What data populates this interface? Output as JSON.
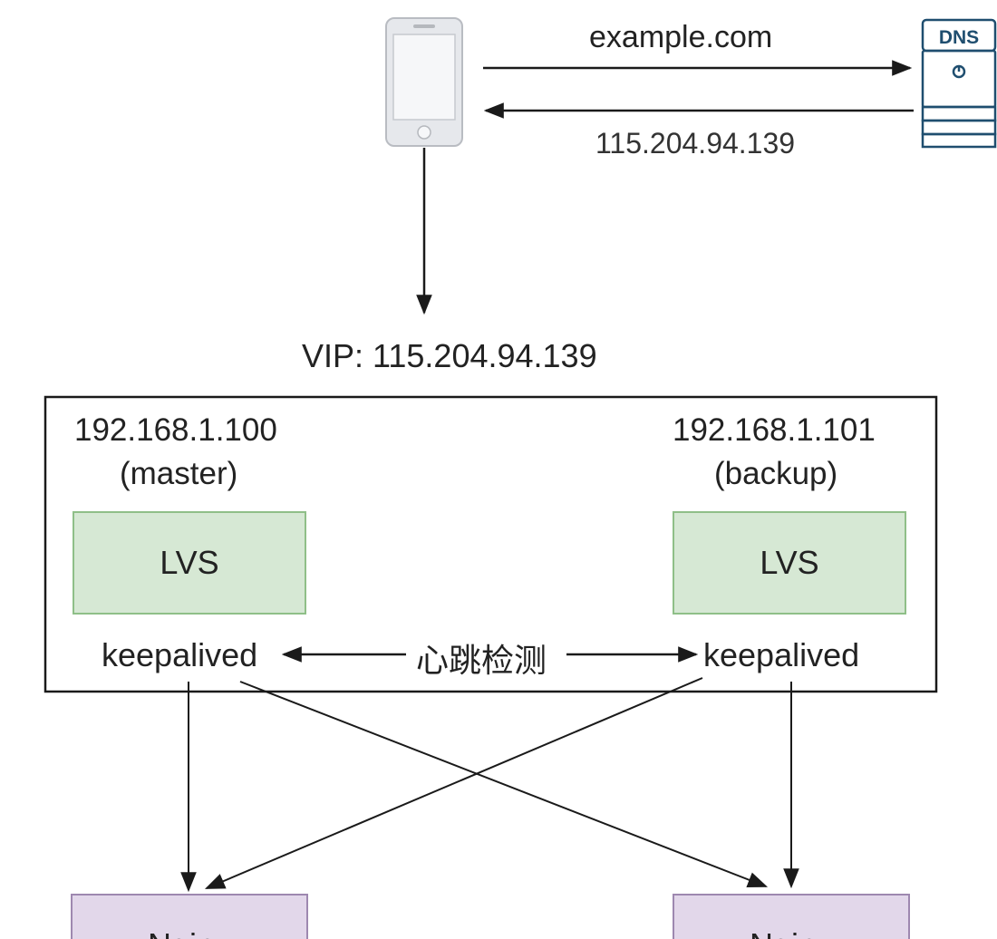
{
  "client": {
    "icon": "smartphone-icon"
  },
  "dns_server": {
    "icon": "dns-server-icon",
    "label": "DNS"
  },
  "dns_query": {
    "domain": "example.com",
    "answer_ip": "115.204.94.139"
  },
  "vip": {
    "label": "VIP:",
    "address": "115.204.94.139",
    "full_text": "VIP: 115.204.94.139"
  },
  "cluster": {
    "master": {
      "ip": "192.168.1.100",
      "role": "(master)",
      "service": "LVS",
      "agent": "keepalived"
    },
    "backup": {
      "ip": "192.168.1.101",
      "role": "(backup)",
      "service": "LVS",
      "agent": "keepalived"
    },
    "heartbeat_label": "心跳检测"
  },
  "backends": [
    {
      "label": "Nginx"
    },
    {
      "label": "Nginx"
    }
  ],
  "colors": {
    "lvs_fill": "#d6e8d4",
    "lvs_border": "#8fbf88",
    "nginx_fill": "#e2d7ea",
    "nginx_border": "#9e88b0",
    "line": "#1a1a1a",
    "phone_fill": "#e6e8ec",
    "dns_icon": "#1f4e6f"
  }
}
